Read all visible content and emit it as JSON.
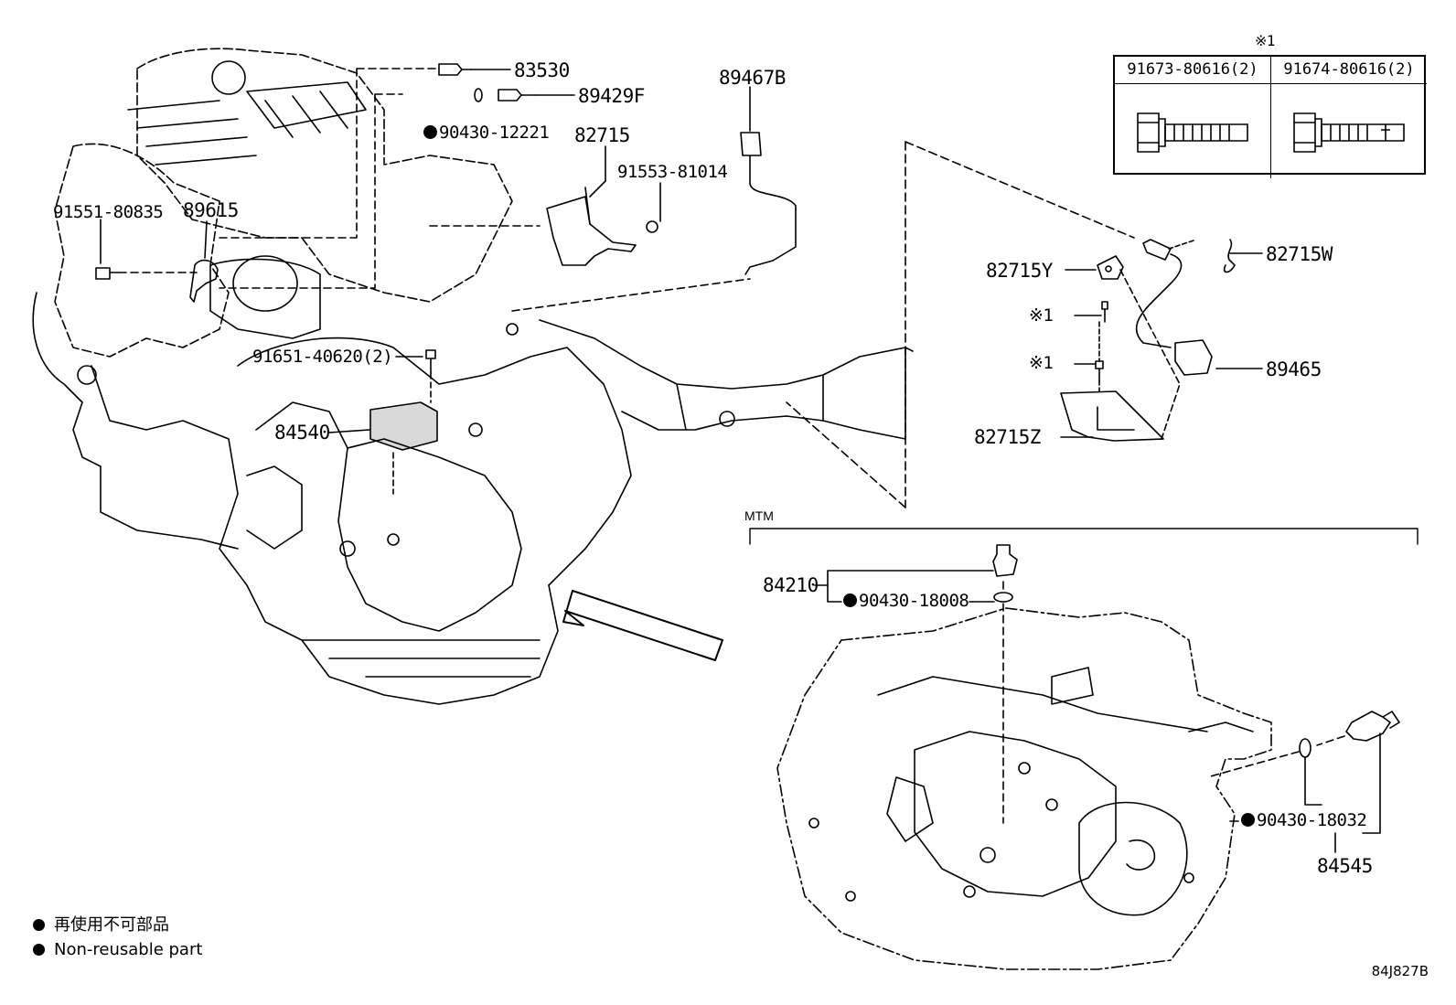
{
  "labels": {
    "p83530": "83530",
    "p89429F": "89429F",
    "p90430_12221": "90430-12221",
    "p82715": "82715",
    "p91553": "91553-81014",
    "p89467B": "89467B",
    "p91551": "91551-80835",
    "p89615": "89615",
    "p91651": "91651-40620(2)",
    "p84540": "84540",
    "p82715Y": "82715Y",
    "p82715W": "82715W",
    "p89465": "89465",
    "p82715Z": "82715Z",
    "mark1a": "※1",
    "mark1b": "※1",
    "p84210": "84210",
    "p90430_18008": "90430-18008",
    "p90430_18032": "90430-18032",
    "p84545": "84545"
  },
  "table": {
    "mark": "※1",
    "left_header": "91673-80616(2)",
    "right_header": "91674-80616(2)"
  },
  "section": {
    "mtm": "MTM"
  },
  "legend": {
    "line1": "再使用不可部品",
    "line2": "Non-reusable part"
  },
  "diagram_ref": "84J827B"
}
